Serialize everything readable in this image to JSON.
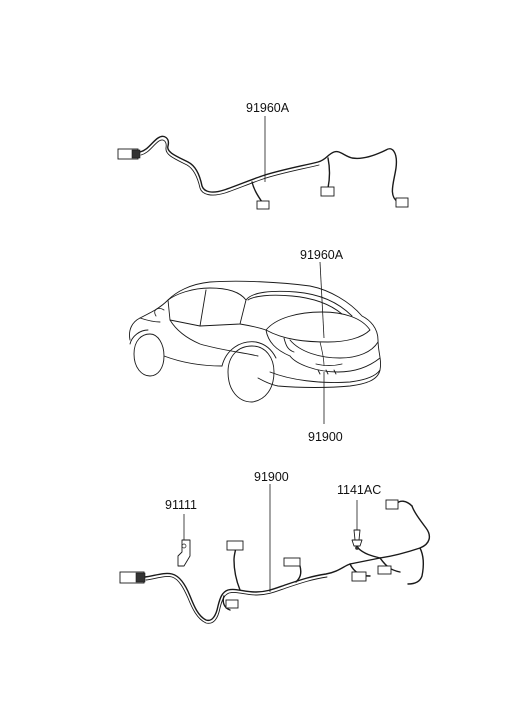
{
  "labels": {
    "top_harness": "91960A",
    "car_upper": "91960A",
    "car_lower": "91900",
    "bottom_harness": "91900",
    "bracket": "91111",
    "clip": "1141AC"
  }
}
